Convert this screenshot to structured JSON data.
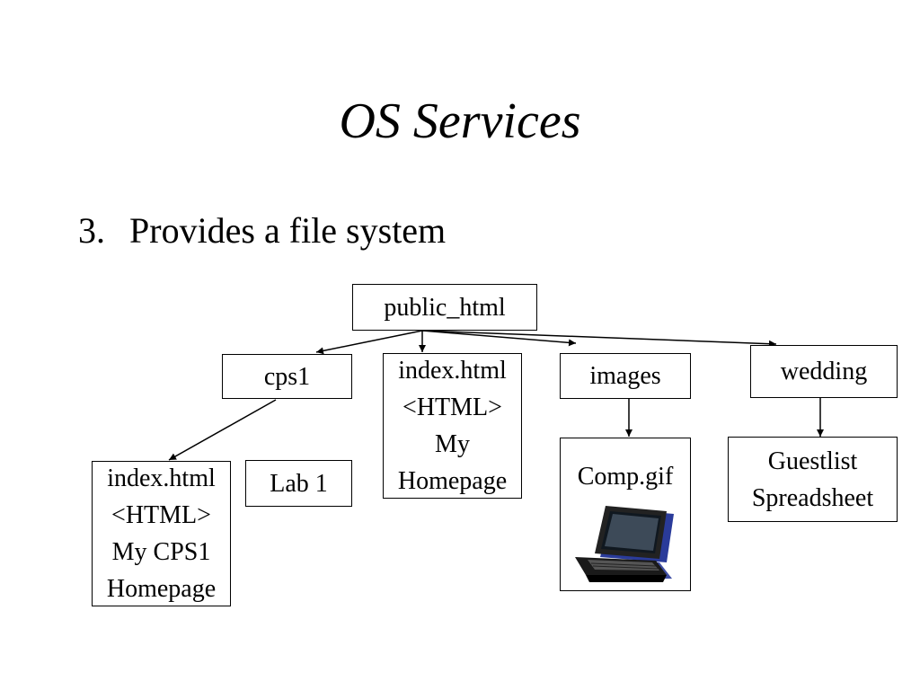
{
  "slide": {
    "title": "OS Services",
    "bullet_number": "3.",
    "bullet_text": "Provides a file system"
  },
  "tree": {
    "root": "public_html",
    "cps1": "cps1",
    "index_root": [
      "index.html",
      "<HTML>",
      "My",
      "Homepage"
    ],
    "images": "images",
    "wedding": "wedding",
    "cps1_index": [
      "index.html",
      "<HTML>",
      "My CPS1",
      "Homepage"
    ],
    "lab1": "Lab 1",
    "comp_gif": "Comp.gif",
    "guestlist": [
      "Guestlist",
      "Spreadsheet"
    ]
  },
  "icons": {
    "laptop": "laptop-icon"
  },
  "colors": {
    "background": "#ffffff",
    "ink": "#000000"
  }
}
